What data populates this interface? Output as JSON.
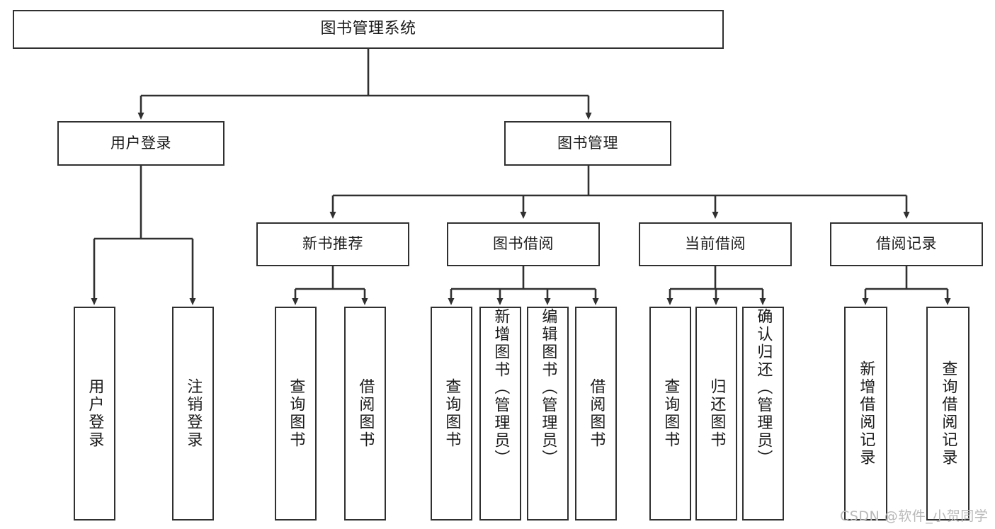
{
  "diagram": {
    "type": "tree-hierarchy",
    "title": "图书管理系统",
    "root": {
      "id": "root",
      "label": "图书管理系统"
    },
    "level1": [
      {
        "id": "user-login",
        "label": "用户登录"
      },
      {
        "id": "book-management",
        "label": "图书管理"
      }
    ],
    "level2": [
      {
        "id": "new-book-recommend",
        "label": "新书推荐",
        "parent": "book-management"
      },
      {
        "id": "book-borrow",
        "label": "图书借阅",
        "parent": "book-management"
      },
      {
        "id": "current-borrow",
        "label": "当前借阅",
        "parent": "book-management"
      },
      {
        "id": "borrow-record",
        "label": "借阅记录",
        "parent": "book-management"
      }
    ],
    "leaves": {
      "user-login": [
        {
          "id": "leaf-user-login",
          "label": "用户登录"
        },
        {
          "id": "leaf-logout",
          "label": "注销登录"
        }
      ],
      "new-book-recommend": [
        {
          "id": "leaf-query-book-1",
          "label": "查询图书"
        },
        {
          "id": "leaf-borrow-book-1",
          "label": "借阅图书"
        }
      ],
      "book-borrow": [
        {
          "id": "leaf-query-book-2",
          "label": "查询图书"
        },
        {
          "id": "leaf-add-book",
          "label": "新增图书（管理员）"
        },
        {
          "id": "leaf-edit-book",
          "label": "编辑图书（管理员）"
        },
        {
          "id": "leaf-borrow-book-2",
          "label": "借阅图书"
        }
      ],
      "current-borrow": [
        {
          "id": "leaf-query-book-3",
          "label": "查询图书"
        },
        {
          "id": "leaf-return-book",
          "label": "归还图书"
        },
        {
          "id": "leaf-confirm-return",
          "label": "确认归还（管理员）"
        }
      ],
      "borrow-record": [
        {
          "id": "leaf-add-record",
          "label": "新增借阅记录"
        },
        {
          "id": "leaf-query-record",
          "label": "查询借阅记录"
        }
      ]
    },
    "colors": {
      "stroke": "#303030",
      "box_fill": "#ffffff",
      "text": "#1a1a1a",
      "watermark": "#b9b9b9",
      "background": "#ffffff"
    }
  },
  "watermark": {
    "text": "CSDN @软件_小贺同学"
  }
}
